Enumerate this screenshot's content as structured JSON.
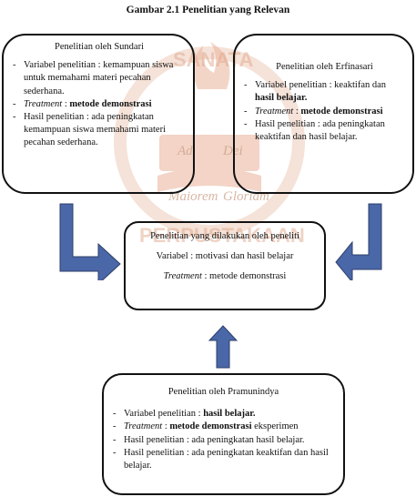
{
  "caption": "Gambar 2.1 Penelitian yang Relevan",
  "colors": {
    "arrow_fill": "#4a67a8",
    "arrow_stroke": "#2d3f6a",
    "watermark": "#e8b8a0"
  },
  "watermark": {
    "top_text": "SANATA",
    "motto_1": "Ad",
    "motto_2": "Dei",
    "motto_3": "Maiorem",
    "motto_4": "Gloriam",
    "bottom_text": "PERPUSTAKAAN"
  },
  "box_sundari": {
    "title": "Penelitian oleh Sundari",
    "item1": "Variabel penelitian : kemampuan siswa untuk memahami materi pecahan sederhana.",
    "item2_label": "Treatment",
    "item2_sep": " : ",
    "item2_value": "metode demonstrasi",
    "item3": "Hasil penelitian : ada peningkatan kemampuan siswa memahami materi pecahan sederhana."
  },
  "box_erfinasari": {
    "title": "Penelitian oleh Erfinasari",
    "item1_text": "Variabel penelitian : keaktifan dan ",
    "item1_bold": "hasil belajar.",
    "item2_label": "Treatment",
    "item2_sep": " : ",
    "item2_value": "metode demonstrasi",
    "item3": "Hasil penelitian : ada peningkatan keaktifan dan hasil belajar."
  },
  "box_peneliti": {
    "title": "Penelitian yang dilakukan oleh peneliti",
    "variabel": "Variabel : motivasi dan hasil belajar",
    "treatment_label": "Treatment",
    "treatment_value": " : metode demonstrasi"
  },
  "box_pramunindya": {
    "title": "Penelitian oleh Pramunindya",
    "item1_text": "Variabel penelitian : ",
    "item1_bold": "hasil belajar.",
    "item2_label": "Treatment",
    "item2_sep": " : ",
    "item2_bold": "metode demonstrasi",
    "item2_rest": " eksperimen",
    "item3": "Hasil penelitian : ada peningkatan hasil belajar.",
    "item4": "Hasil penelitian : ada peningkatan keaktifan dan hasil belajar."
  }
}
